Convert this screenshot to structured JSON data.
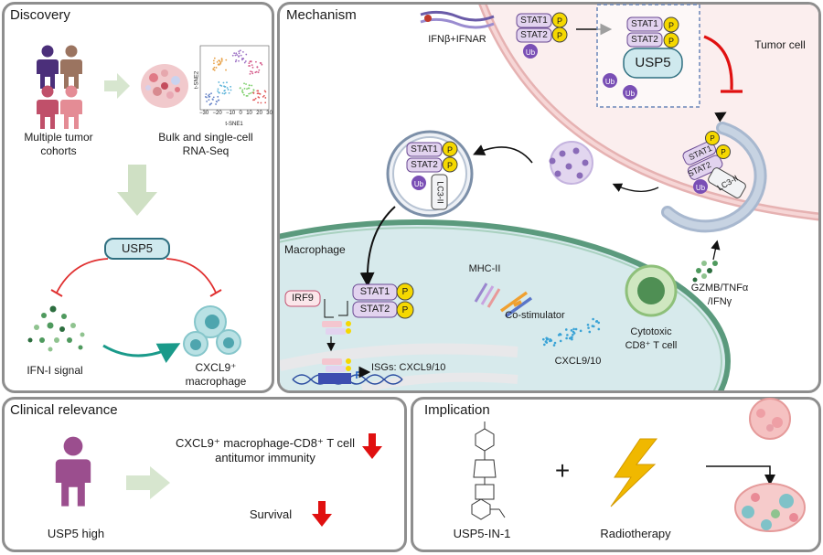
{
  "panels": {
    "discovery": {
      "title": "Discovery",
      "cohorts_label": "Multiple tumor\ncohorts",
      "rnaseq_label": "Bulk and single-cell\nRNA-Seq",
      "tsne": {
        "ylabel": "t-SNE2",
        "xlabel": "t-SNE1",
        "ticks": [
          "−30",
          "−20",
          "−10",
          "0",
          "10",
          "20",
          "30"
        ]
      },
      "usp5": "USP5",
      "ifn_label": "IFN-I signal",
      "cxcl9_label": "CXCL9⁺\nmacrophage"
    },
    "mechanism": {
      "title": "Mechanism",
      "ifnar": "IFNβ+IFNAR",
      "tumor_cell": "Tumor cell",
      "macrophage": "Macrophage",
      "stat1": "STAT1",
      "stat2": "STAT2",
      "p": "P",
      "ub": "Ub",
      "usp5": "USP5",
      "lc3": "LC3-II",
      "irf9": "IRF9",
      "isgs": "ISGs: CXCL9/10",
      "mhc": "MHC-II",
      "costim": "Co-stimulator",
      "cxcl910": "CXCL9/10",
      "gzmb": "GZMB/TNFα\n/IFNγ",
      "tcell": "Cytotoxic\nCD8⁺ T cell"
    },
    "clinical": {
      "title": "Clinical relevance",
      "line1": "CXCL9⁺ macrophage-CD8⁺ T cell",
      "line2": "antitumor immunity",
      "survival": "Survival",
      "usp5_high": "USP5 high"
    },
    "implication": {
      "title": "Implication",
      "drug": "USP5-IN-1",
      "plus": "+",
      "radio": "Radiotherapy"
    }
  },
  "colors": {
    "panel_border": "#8e8e8e",
    "stat_fill": "#e2d3ef",
    "p_yellow": "#f5d800",
    "ub_purple": "#7a4fb5",
    "usp5_fill": "#cfe9ee",
    "red_arrow": "#e01010",
    "green_arrow": "#c9dbbf",
    "macrophage_fill": "#d7eaec",
    "tumor_fill": "#f8e7e7"
  },
  "icons": [
    "person-icon",
    "lightning-icon",
    "tumor-icon",
    "molecule-icon",
    "autophagosome-icon",
    "tcell-icon"
  ]
}
